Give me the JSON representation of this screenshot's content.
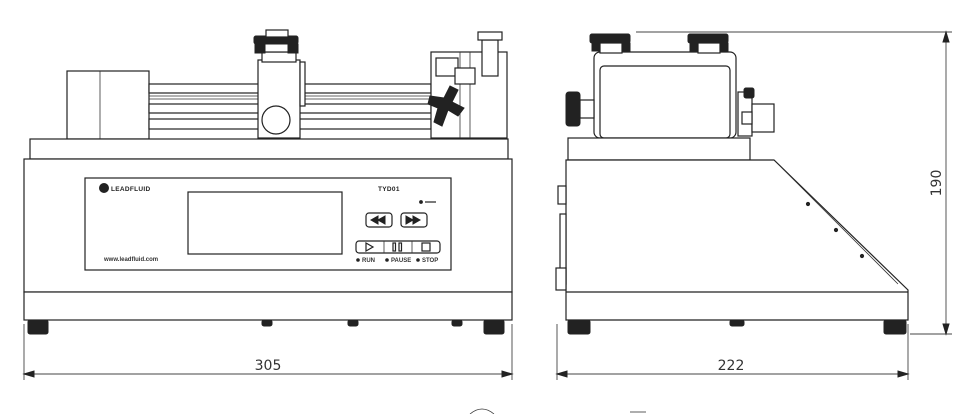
{
  "front_view": {
    "brand": "LEADFLUID",
    "model": "TYD01",
    "website": "www.leadfluid.com",
    "button_labels": [
      "RUN",
      "PAUSE",
      "STOP"
    ]
  },
  "dimensions": {
    "width_front": "305",
    "depth_side": "222",
    "height_side": "190"
  }
}
